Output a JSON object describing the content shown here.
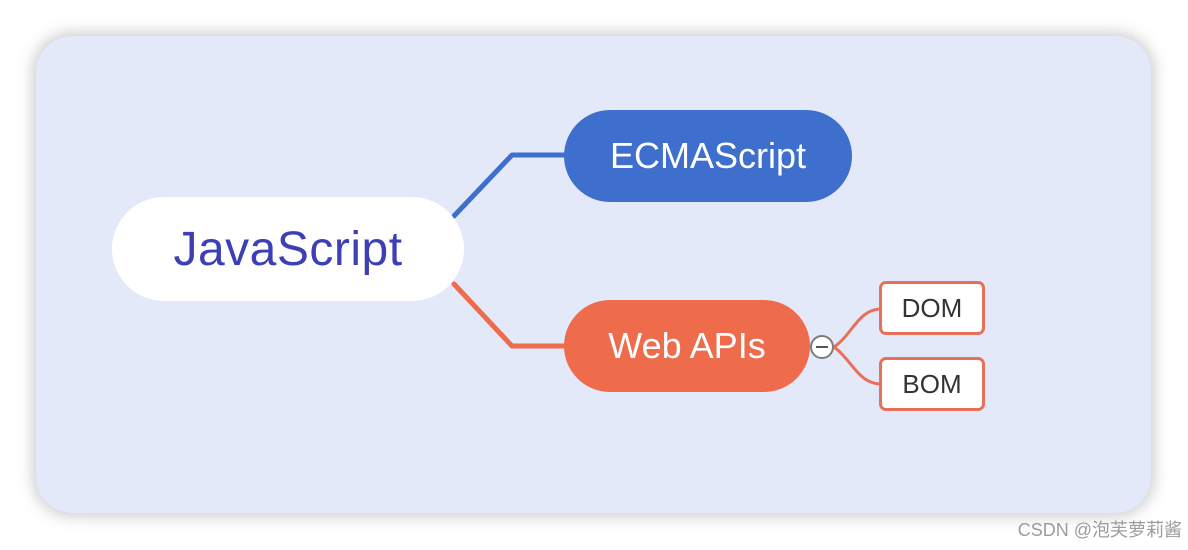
{
  "mindmap": {
    "root": {
      "label": "JavaScript"
    },
    "branches": [
      {
        "label": "ECMAScript",
        "color": "#3f6fcc"
      },
      {
        "label": "Web APIs",
        "color": "#ee6b4b",
        "collapsible": true
      }
    ],
    "leaves": [
      {
        "label": "DOM"
      },
      {
        "label": "BOM"
      }
    ],
    "colors": {
      "background": "#e3e9f8",
      "root_text": "#3d40b4",
      "leaf_border": "#e8705a"
    }
  },
  "watermark": {
    "text": "CSDN @泡芙萝莉酱"
  }
}
